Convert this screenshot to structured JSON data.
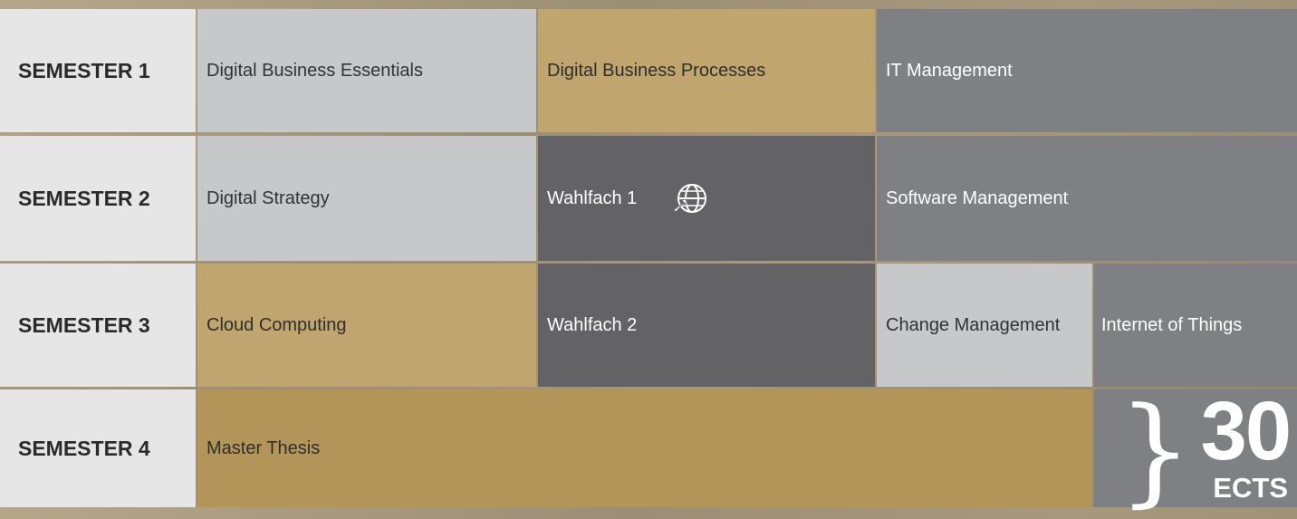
{
  "semesters": [
    {
      "label": "SEMESTER 1",
      "modules": [
        "Digital Business Essentials",
        "Digital Business Processes",
        "IT Management"
      ]
    },
    {
      "label": "SEMESTER 2",
      "modules": [
        "Digital Strategy",
        "Wahlfach 1",
        "Software Management"
      ],
      "icons": [
        "globe-plane-icon"
      ]
    },
    {
      "label": "SEMESTER 3",
      "modules": [
        "Cloud Computing",
        "Wahlfach 2",
        "Change Management",
        "Internet of Things"
      ]
    },
    {
      "label": "SEMESTER 4",
      "modules": [
        "Master Thesis"
      ]
    }
  ],
  "ects": {
    "brace": "}",
    "value": "30",
    "label": "ECTS"
  },
  "colors": {
    "semester_bg": "#e6e6e7",
    "light_gray": "#c7c8ca",
    "gold": "#c1a56f",
    "gold_dark": "#b39459",
    "mid_gray": "#7f8083",
    "dark_gray": "#636365"
  }
}
